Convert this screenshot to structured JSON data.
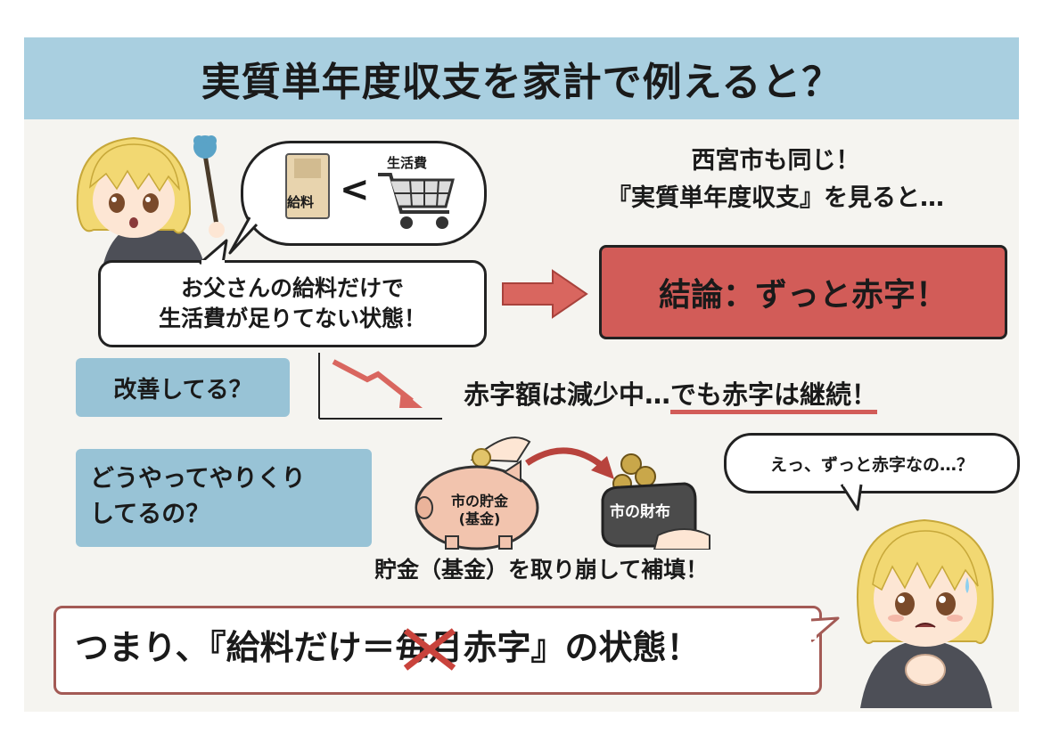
{
  "title": "実質単年度収支を家計で例えると？",
  "speech_top": {
    "salary_label": "給料",
    "less_than": "<",
    "living_cost_label": "生活費"
  },
  "explanation": {
    "line1": "お父さんの給料だけで",
    "line2": "生活費が足りてない状態！"
  },
  "intro": {
    "line1": "西宮市も同じ！",
    "line2": "『実質単年度収支』を見ると…"
  },
  "conclusion": "結論：ずっと赤字！",
  "question_improving": "改善してる？",
  "trend_text": {
    "part1": "赤字額は減少中…",
    "part2": "でも赤字は継続！"
  },
  "question_manage": {
    "line1": "どうやってやりくり",
    "line2": "してるの？"
  },
  "piggy_bank": {
    "line1": "市の貯金",
    "line2": "(基金)"
  },
  "wallet_label": "市の財布",
  "fund_text": "貯金（基金）を取り崩して補填！",
  "surprise_bubble": "えっ、ずっと赤字なの…？",
  "summary": {
    "part1": "つまり、『給料だけ＝",
    "crossed": "毎月",
    "part2": "赤字』の状態！"
  },
  "colors": {
    "header_bg": "#a9cfe0",
    "blue_box": "#98c3d6",
    "red_box": "#d25c58",
    "arrow_red": "#d9665f",
    "panel_bg": "#f5f4f0"
  }
}
